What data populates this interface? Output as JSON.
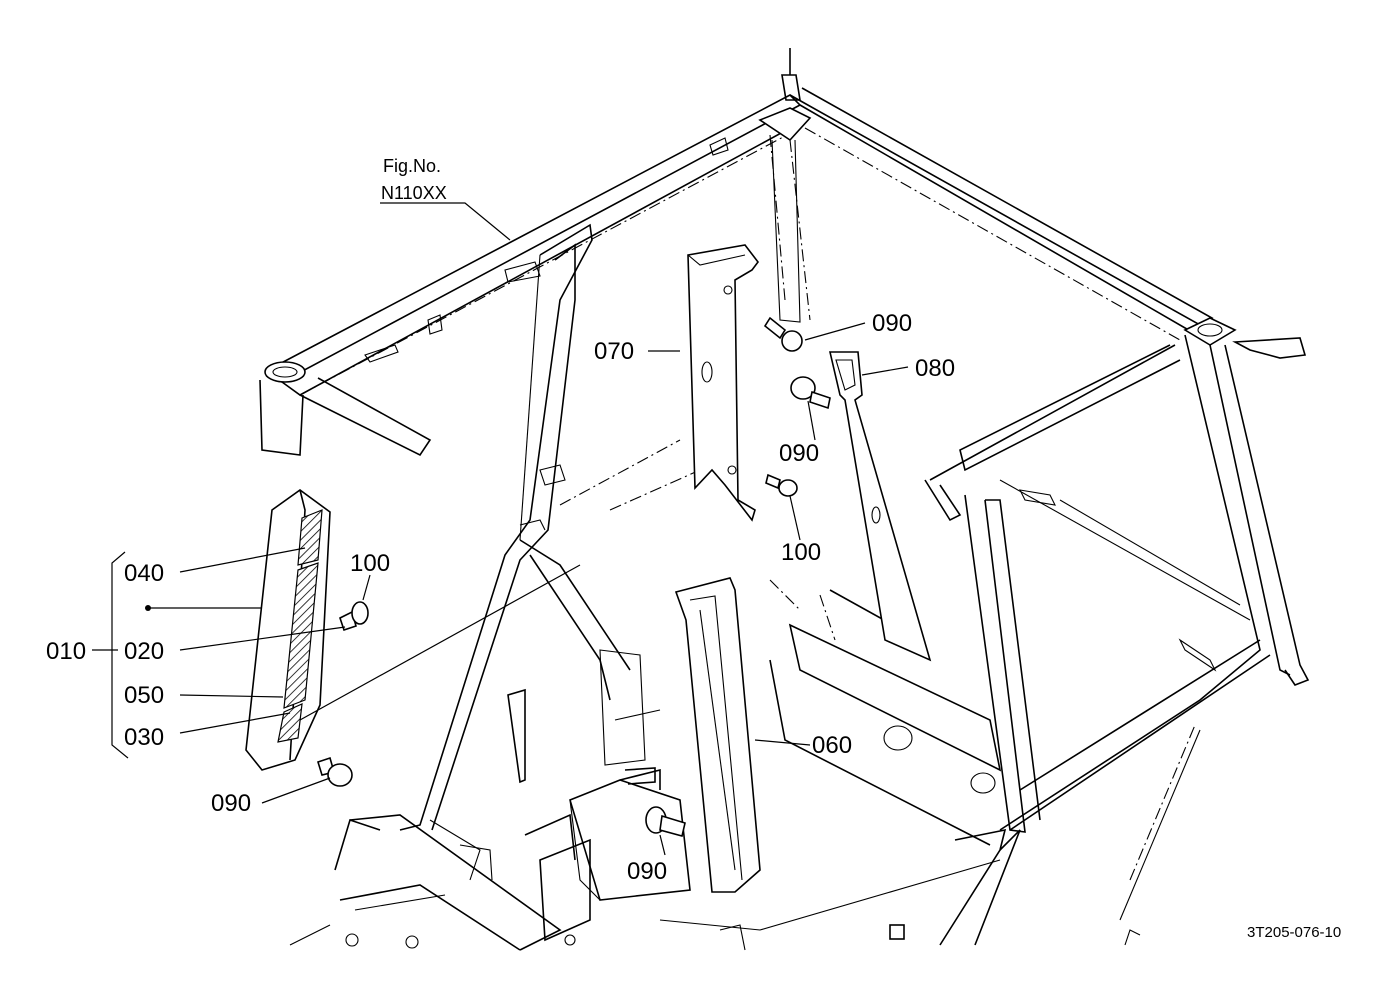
{
  "figure": {
    "fig_no_label": "Fig.No.",
    "fig_no_value": "N110XX",
    "drawing_code": "3T205-076-10"
  },
  "callouts": {
    "p070": "070",
    "p090_top": "090",
    "p080": "080",
    "p090_mid": "090",
    "p100_mid": "100",
    "p040": "040",
    "p100_left": "100",
    "p010": "010",
    "p020": "020",
    "p050": "050",
    "p030": "030",
    "p090_left": "090",
    "p060": "060",
    "p090_bottom": "090"
  }
}
